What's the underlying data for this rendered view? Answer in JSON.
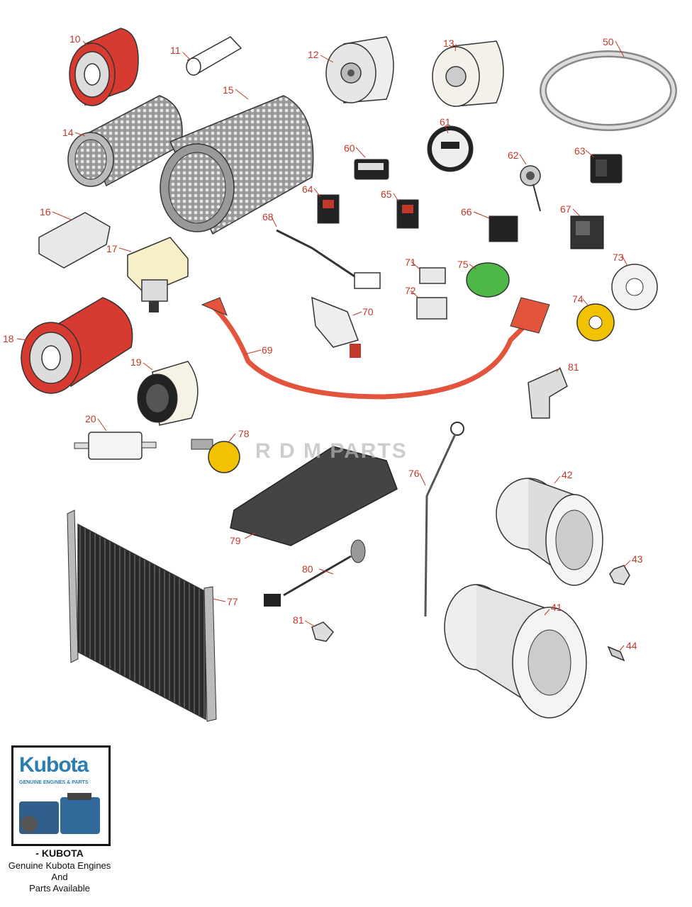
{
  "watermark": "R D M PARTS",
  "parts": [
    {
      "id": "p10",
      "label": "10"
    },
    {
      "id": "p11",
      "label": "11"
    },
    {
      "id": "p12",
      "label": "12"
    },
    {
      "id": "p13",
      "label": "13"
    },
    {
      "id": "p14",
      "label": "14"
    },
    {
      "id": "p15",
      "label": "15"
    },
    {
      "id": "p16",
      "label": "16"
    },
    {
      "id": "p17",
      "label": "17"
    },
    {
      "id": "p18",
      "label": "18"
    },
    {
      "id": "p19",
      "label": "19"
    },
    {
      "id": "p20",
      "label": "20"
    },
    {
      "id": "p41",
      "label": "41"
    },
    {
      "id": "p42",
      "label": "42"
    },
    {
      "id": "p43",
      "label": "43"
    },
    {
      "id": "p44",
      "label": "44"
    },
    {
      "id": "p50",
      "label": "50"
    },
    {
      "id": "p60",
      "label": "60"
    },
    {
      "id": "p61",
      "label": "61"
    },
    {
      "id": "p62",
      "label": "62"
    },
    {
      "id": "p63",
      "label": "63"
    },
    {
      "id": "p64",
      "label": "64"
    },
    {
      "id": "p65",
      "label": "65"
    },
    {
      "id": "p66",
      "label": "66"
    },
    {
      "id": "p67",
      "label": "67"
    },
    {
      "id": "p68",
      "label": "68"
    },
    {
      "id": "p69",
      "label": "69"
    },
    {
      "id": "p70",
      "label": "70"
    },
    {
      "id": "p71",
      "label": "71"
    },
    {
      "id": "p72",
      "label": "72"
    },
    {
      "id": "p73",
      "label": "73"
    },
    {
      "id": "p74",
      "label": "74"
    },
    {
      "id": "p75",
      "label": "75"
    },
    {
      "id": "p76",
      "label": "76"
    },
    {
      "id": "p77",
      "label": "77"
    },
    {
      "id": "p78",
      "label": "78"
    },
    {
      "id": "p79",
      "label": "79"
    },
    {
      "id": "p80",
      "label": "80"
    },
    {
      "id": "p81a",
      "label": "81"
    },
    {
      "id": "p81b",
      "label": "81"
    }
  ],
  "kubota": {
    "logo": "Kubota",
    "logo_sub": "GENUINE ENGINES & PARTS",
    "brand": "- KUBOTA",
    "desc_line1": "Genuine Kubota Engines And",
    "desc_line2": "Parts Available"
  },
  "colors": {
    "label": "#c0392b",
    "filter_red": "#d63a30",
    "grey_part": "#cfcfcf",
    "green_cap": "#4db848",
    "yellow_coupler": "#f2c200"
  }
}
